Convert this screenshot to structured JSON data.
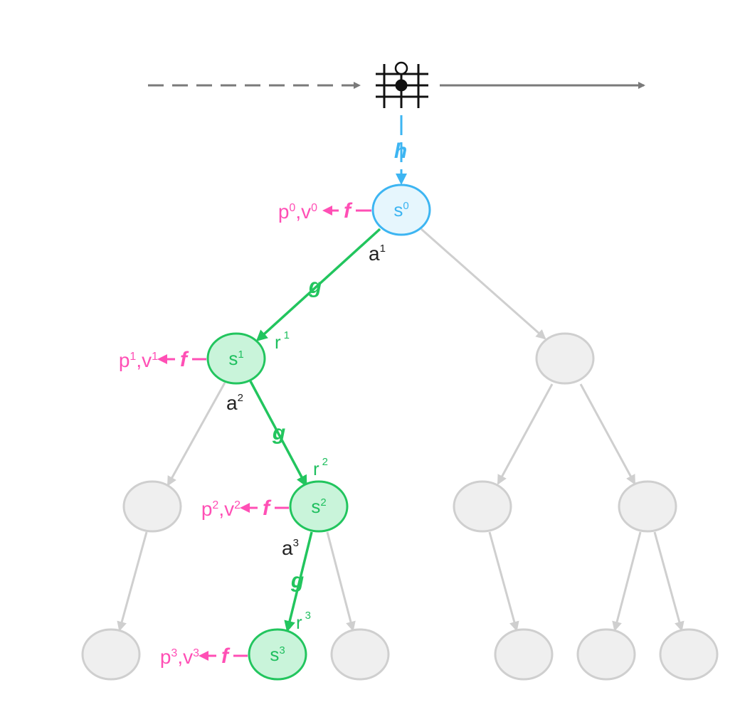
{
  "colors": {
    "green": "#22c55e",
    "green_fill": "#c9f4da",
    "blue": "#3db5f2",
    "blue_fill": "#e6f6fd",
    "pink": "#ff4fb5",
    "gray": "#cfcfcf",
    "gray_fill": "#efefef",
    "dark": "#222222"
  },
  "icons": {
    "board": "go-board-icon"
  },
  "labels": {
    "h": "h",
    "f": "f",
    "g": "g",
    "s0": "s",
    "s0_sup": "0",
    "s1": "s",
    "s1_sup": "1",
    "s2": "s",
    "s2_sup": "2",
    "s3": "s",
    "s3_sup": "3",
    "out0": "p",
    "out0_sup": "0",
    "out0_v": ",v",
    "out0_vsup": "0",
    "out1": "p",
    "out1_sup": "1",
    "out1_v": ",v",
    "out1_vsup": "1",
    "out2": "p",
    "out2_sup": "2",
    "out2_v": ",v",
    "out2_vsup": "2",
    "out3": "p",
    "out3_sup": "3",
    "out3_v": ",v",
    "out3_vsup": "3",
    "a1": "a",
    "a1_sup": "1",
    "a2": "a",
    "a2_sup": "2",
    "a3": "a",
    "a3_sup": "3",
    "r1": "r",
    "r1_sup": "1",
    "r2": "r",
    "r2_sup": "2",
    "r3": "r",
    "r3_sup": "3"
  }
}
